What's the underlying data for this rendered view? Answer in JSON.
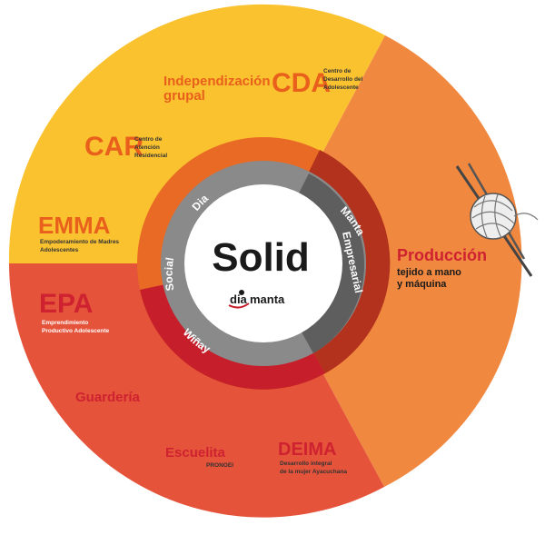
{
  "center": {
    "title": "Solid",
    "logo": {
      "prefix": "dia",
      "suffix": "manta"
    }
  },
  "ring_labels": {
    "dia": "Dia",
    "manta": "Manta",
    "empresarial": "Empresarial",
    "winay": "Wiñay",
    "social": "Social"
  },
  "segments": {
    "independencia": {
      "line1": "Independización",
      "line2": "grupal"
    },
    "cda": {
      "acronym": "CDA",
      "desc1": "Centro de",
      "desc2": "Desarrollo del",
      "desc3": "Adolescente"
    },
    "car": {
      "acronym": "CAR",
      "desc1": "Centro de",
      "desc2": "Atención",
      "desc3": "Residencial"
    },
    "emma": {
      "acronym": "EMMA",
      "desc1": "Empoderamiento de Madres",
      "desc2": "Adolescentes"
    },
    "epa": {
      "acronym": "EPA",
      "desc1": "Emprendimiento",
      "desc2": "Productivo Adolescente"
    },
    "guarderia": {
      "label": "Guardería"
    },
    "escuelita": {
      "label": "Escuelita",
      "sub": "PRONOEI"
    },
    "deima": {
      "acronym": "DEIMA",
      "desc1": "Desarrollo integral",
      "desc2": "de la mujer Ayacuchana"
    },
    "produccion": {
      "title": "Producción",
      "desc1": "tejido a mano",
      "desc2": "y máquina"
    }
  },
  "colors": {
    "yellow": "#FAC22F",
    "orange_light": "#F0883F",
    "red_orange": "#E5533A",
    "ring_orange": "#E96A24",
    "ring_dark": "#B2321E",
    "ring_red": "#C61F2B",
    "inner_gray": "#8A8A8A",
    "text_orange": "#E8601C",
    "text_red": "#CF2230"
  },
  "icons": [
    "yarn-ball-icon"
  ]
}
